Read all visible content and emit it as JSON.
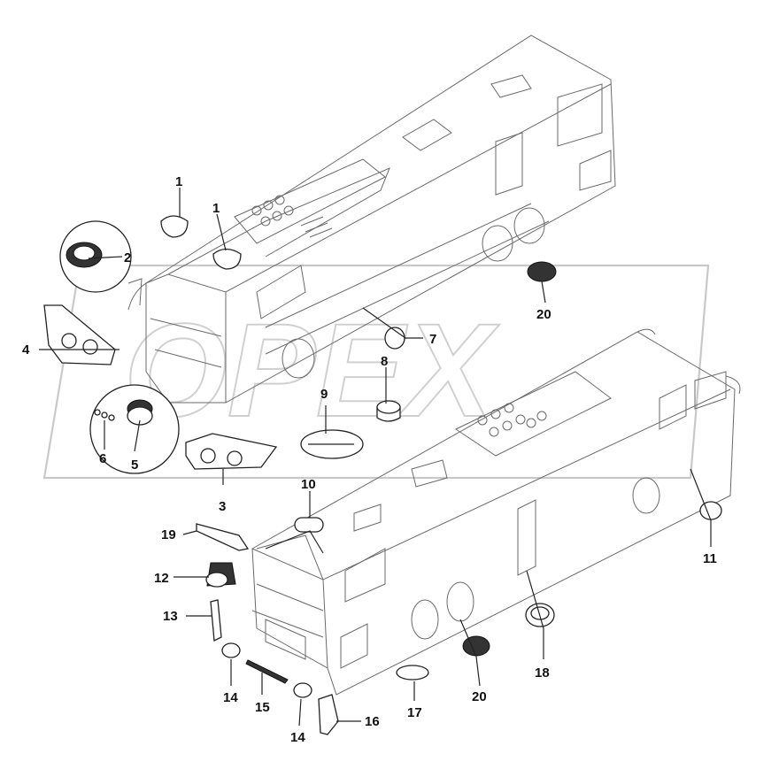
{
  "watermark": {
    "text": "OPEX"
  },
  "callouts": [
    {
      "id": "c1a",
      "label": "1"
    },
    {
      "id": "c1b",
      "label": "1"
    },
    {
      "id": "c2",
      "label": "2"
    },
    {
      "id": "c3",
      "label": "3"
    },
    {
      "id": "c4",
      "label": "4"
    },
    {
      "id": "c5",
      "label": "5"
    },
    {
      "id": "c6",
      "label": "6"
    },
    {
      "id": "c7",
      "label": "7"
    },
    {
      "id": "c8",
      "label": "8"
    },
    {
      "id": "c9",
      "label": "9"
    },
    {
      "id": "c10",
      "label": "10"
    },
    {
      "id": "c11",
      "label": "11"
    },
    {
      "id": "c12",
      "label": "12"
    },
    {
      "id": "c13",
      "label": "13"
    },
    {
      "id": "c14a",
      "label": "14"
    },
    {
      "id": "c14b",
      "label": "14"
    },
    {
      "id": "c15",
      "label": "15"
    },
    {
      "id": "c16",
      "label": "16"
    },
    {
      "id": "c17",
      "label": "17"
    },
    {
      "id": "c18",
      "label": "18"
    },
    {
      "id": "c19",
      "label": "19"
    },
    {
      "id": "c20a",
      "label": "20"
    },
    {
      "id": "c20b",
      "label": "20"
    }
  ]
}
